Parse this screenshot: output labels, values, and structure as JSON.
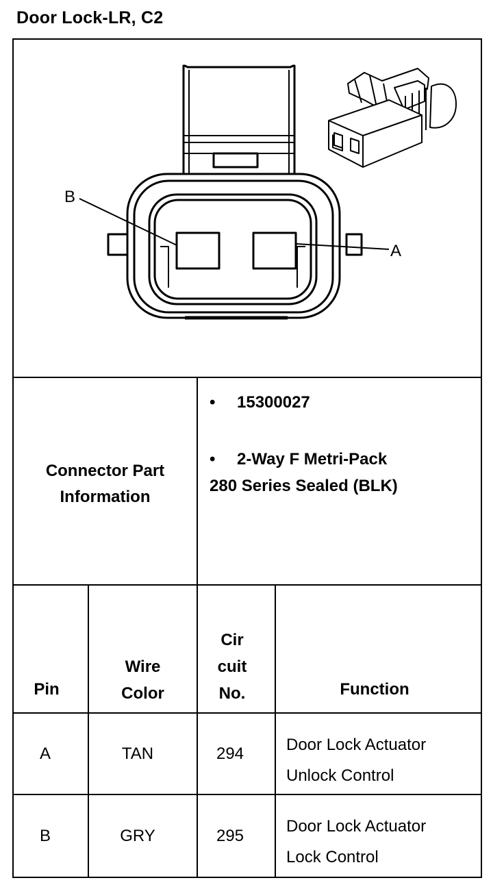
{
  "title": "Door Lock-LR, C2",
  "diagram": {
    "label_b": "B",
    "label_a": "A"
  },
  "connector_info": {
    "label_line1": "Connector Part",
    "label_line2": "Information",
    "bullets": [
      {
        "line1": "15300027",
        "line2": ""
      },
      {
        "line1": "2-Way F Metri-Pack",
        "line2": "280 Series Sealed (BLK)"
      }
    ]
  },
  "table": {
    "headers": {
      "pin": "Pin",
      "wire_color_l1": "Wire",
      "wire_color_l2": "Color",
      "circuit_l1": "Cir",
      "circuit_l2": "cuit",
      "circuit_l3": "No.",
      "function": "Function"
    },
    "rows": [
      {
        "pin": "A",
        "color": "TAN",
        "circuit": "294",
        "function_l1": "Door Lock Actuator",
        "function_l2": "Unlock Control"
      },
      {
        "pin": "B",
        "color": "GRY",
        "circuit": "295",
        "function_l1": "Door Lock Actuator",
        "function_l2": "Lock Control"
      }
    ]
  }
}
